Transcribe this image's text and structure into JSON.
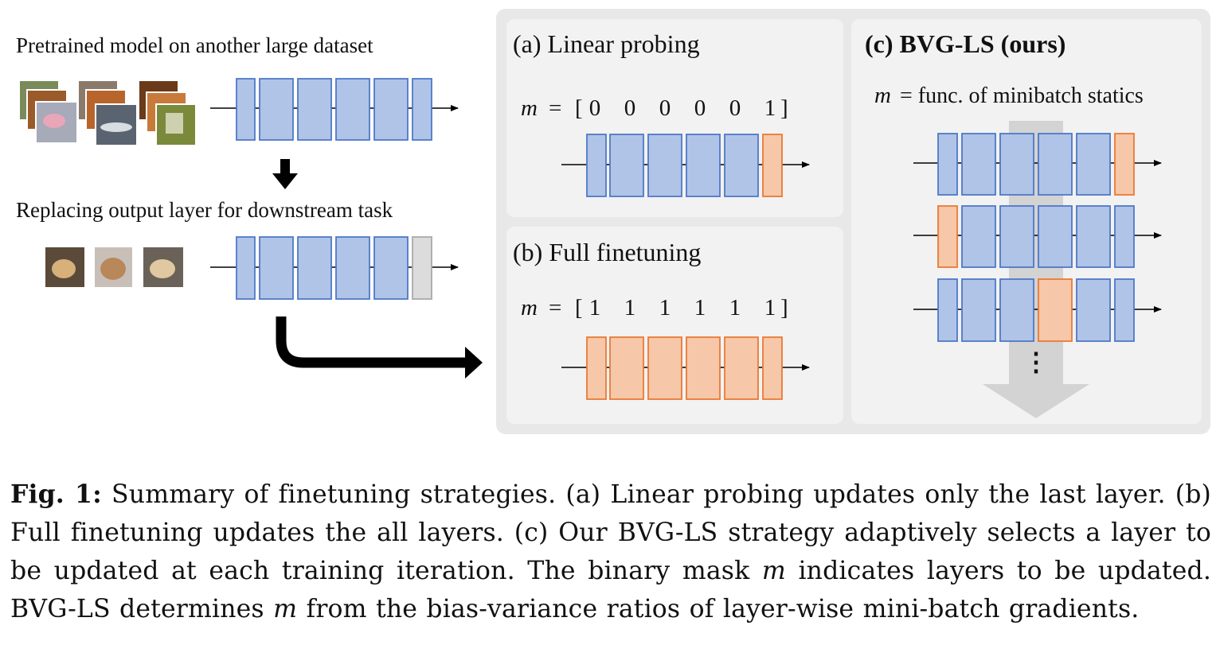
{
  "left": {
    "pretrained_title": "Pretrained model on another large dataset",
    "replace_title": "Replacing output layer for downstream task"
  },
  "panels": {
    "a": {
      "title": "(a) Linear probing",
      "m_symbol": "m",
      "equals": "=",
      "open_bracket": "[",
      "close_bracket": "]",
      "mask": [
        "0",
        "0",
        "0",
        "0",
        "0",
        "1"
      ]
    },
    "b": {
      "title": "(b) Full finetuning",
      "m_symbol": "m",
      "equals": "=",
      "open_bracket": "[",
      "close_bracket": "]",
      "mask": [
        "1",
        "1",
        "1",
        "1",
        "1",
        "1"
      ]
    },
    "c": {
      "title": "(c) BVG-LS (ours)",
      "m_symbol": "m",
      "m_desc": "= func. of minibatch statics",
      "ellipsis": "⋮"
    }
  },
  "colors": {
    "frozen_fill": "#b0c4e8",
    "frozen_stroke": "#4f78c6",
    "update_fill": "#f6c7a8",
    "update_stroke": "#ea7a34",
    "new_head_fill": "#dcdcdc",
    "panel_bg": "#e8e8e8",
    "panel_inner": "#f2f2f2"
  },
  "caption": {
    "fig_label": "Fig. 1:",
    "part1": " Summary of finetuning strategies. (a) Linear probing updates only the last layer. (b) Full finetuning updates the all layers. (c) Our BVG-LS strategy adaptively selects a layer to be updated at each training iteration. The binary mask ",
    "m1": "m",
    "part2": " indicates layers to be updated. BVG-LS determines ",
    "m2": "m",
    "part3": " from the bias-variance ratios of layer-wise mini-batch gradients."
  }
}
